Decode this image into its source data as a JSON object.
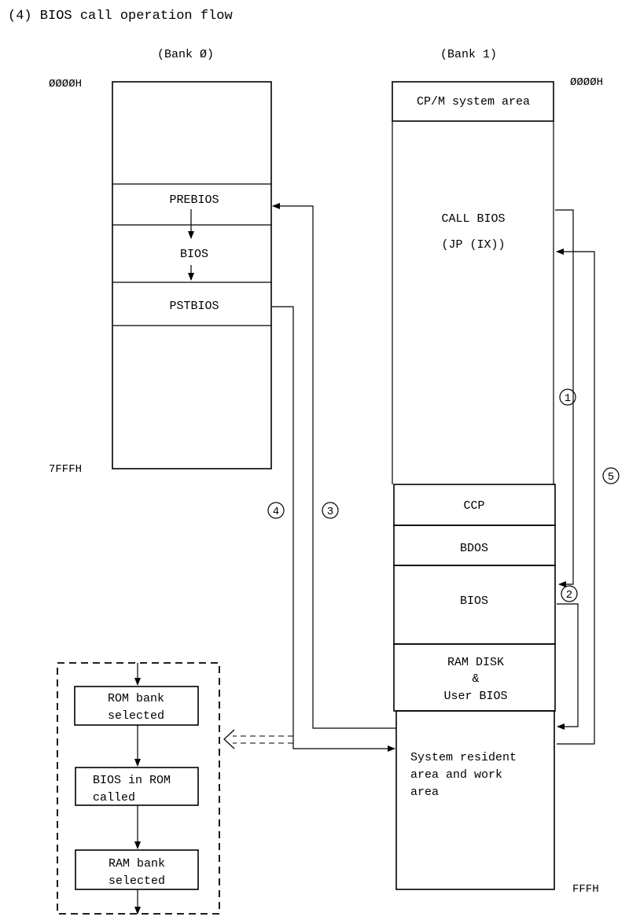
{
  "title": "(4) BIOS call operation flow",
  "bank0": {
    "label": "(Bank Ø)",
    "start_addr": "ØØØØH",
    "end_addr": "7FFFH",
    "sections": [
      "PREBIOS",
      "BIOS",
      "PSTBIOS"
    ]
  },
  "bank1": {
    "label": "(Bank 1)",
    "start_addr": "ØØØØH",
    "end_addr": "FFFH",
    "system_area": "CP/M system area",
    "call_bios_line1": "CALL BIOS",
    "call_bios_line2": "(JP (IX))",
    "ccp": "CCP",
    "bdos": "BDOS",
    "bios": "BIOS",
    "ramdisk_line1": "RAM DISK",
    "ramdisk_line2": "&",
    "ramdisk_line3": "User BIOS",
    "resident_line1": "System resident",
    "resident_line2": "area and work",
    "resident_line3": "area"
  },
  "steps": [
    "1",
    "2",
    "3",
    "4",
    "5"
  ],
  "rom_flow": {
    "step1_line1": "ROM bank",
    "step1_line2": "selected",
    "step2_line1": "BIOS in ROM",
    "step2_line2": "called",
    "step3_line1": "RAM bank",
    "step3_line2": "selected"
  }
}
